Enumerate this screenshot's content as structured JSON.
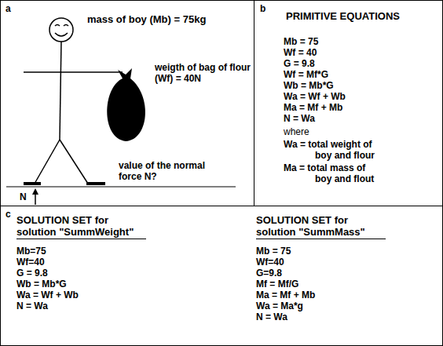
{
  "diagram": {
    "nodes": [
      {
        "text": [
          "a",
          "mass of boy (Mb) = 75kg",
          "weigth of bag of flour (Wf) = 40N",
          "value of the normal force N?",
          "N"
        ]
      },
      {
        "text": [
          "b",
          "PRIMITIVE EQUATIONS",
          "Mb = 75",
          "Wf = 40",
          "G = 9.8",
          "Wf = Mf*G",
          "Wb = Mb*G",
          "Wa = Wf + Wb",
          "Ma = Mf + Mb",
          "N = Wa",
          "where",
          "Wa = total weight of boy and flour",
          "Ma = total mass of boy and flout"
        ]
      },
      {
        "text": [
          "c",
          "SOLUTION SET for solution \"SummWeight\"",
          "Mb=75",
          "Wf=40",
          "G = 9.8",
          "Wb = Mb*G",
          "Wa = Wf + Wb",
          "N = Wa",
          "SOLUTION SET for solution \"SummMass\"",
          "Mb = 75",
          "Wf=40",
          "G=9.8",
          "Mf = Mf/G",
          "Ma = Mf + Mb",
          "Wa = Ma*g",
          "N = Wa"
        ]
      }
    ]
  }
}
